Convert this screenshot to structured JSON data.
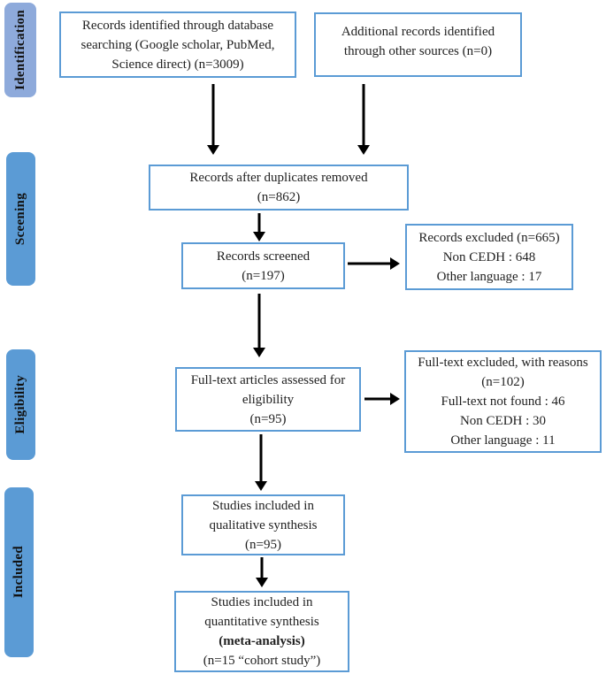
{
  "diagram": {
    "type": "prisma-flowchart",
    "colors": {
      "box_border": "#5B9BD5",
      "stage_fill": "#5B9BD5",
      "identification_stage_fill": "#8EAADB",
      "arrow": "#000000",
      "text": "#1f1f1f"
    }
  },
  "stages": [
    {
      "label": "Identification"
    },
    {
      "label": "Sceening"
    },
    {
      "label": "Eligibility"
    },
    {
      "label": "Included"
    }
  ],
  "boxes": {
    "database_search": "Records identified through database\nsearching (Google scholar, PubMed,\nScience direct) (n=3009)",
    "additional_records": "Additional records identified\nthrough other sources (n=0)",
    "duplicates_removed": "Records after duplicates removed\n(n=862)",
    "records_screened": "Records screened\n(n=197)",
    "records_excluded": "Records excluded (n=665)\nNon CEDH : 648\nOther language : 17",
    "fulltext_assessed": "Full-text articles assessed for\neligibility\n(n=95)",
    "fulltext_excluded": "Full-text excluded, with reasons\n(n=102)\nFull-text not found : 46\nNon CEDH : 30\nOther language : 11",
    "qualitative_synthesis": "Studies included in\nqualitative synthesis\n(n=95)",
    "quantitative_synthesis": {
      "lines": [
        "Studies included in",
        "quantitative synthesis",
        "(meta-analysis)",
        "(n=15 “cohort study”)"
      ]
    }
  }
}
